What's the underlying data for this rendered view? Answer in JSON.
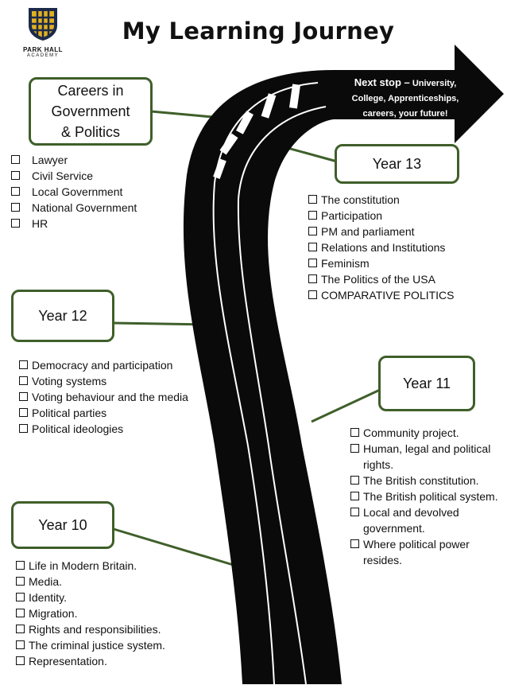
{
  "logo": {
    "name": "PARK HALL",
    "sub": "ACADEMY"
  },
  "title": "My Learning Journey",
  "arrow": {
    "lead": "Next stop –",
    "rest": " University, College, Apprenticeships, careers, your future!"
  },
  "careers": {
    "title_lines": [
      "Careers in",
      "Government",
      "& Politics"
    ],
    "items": [
      "Lawyer",
      "Civil Service",
      "Local Government",
      "National Government",
      "HR"
    ]
  },
  "year13": {
    "label": "Year 13",
    "items": [
      "The constitution",
      "Participation",
      "PM and parliament",
      "Relations and Institutions",
      "Feminism",
      "The Politics of the USA",
      "COMPARATIVE POLITICS"
    ]
  },
  "year12": {
    "label": "Year 12",
    "items": [
      "Democracy and participation",
      "Voting systems",
      "Voting behaviour and the media",
      "Political parties",
      "Political ideologies"
    ]
  },
  "year11": {
    "label": "Year 11",
    "items": [
      "Community project.",
      "Human, legal and political rights.",
      "The British constitution.",
      "The British political system.",
      "Local and devolved government.",
      "Where political power resides."
    ]
  },
  "year10": {
    "label": "Year 10",
    "items": [
      "Life in Modern Britain.",
      "Media.",
      "Identity.",
      "Migration.",
      "Rights and responsibilities.",
      "The criminal justice system.",
      "Representation."
    ]
  },
  "colors": {
    "box_border": "#3f5f2a",
    "road": "#0a0a0a",
    "shield_gold": "#e0b020",
    "shield_navy": "#1c2a4a"
  }
}
